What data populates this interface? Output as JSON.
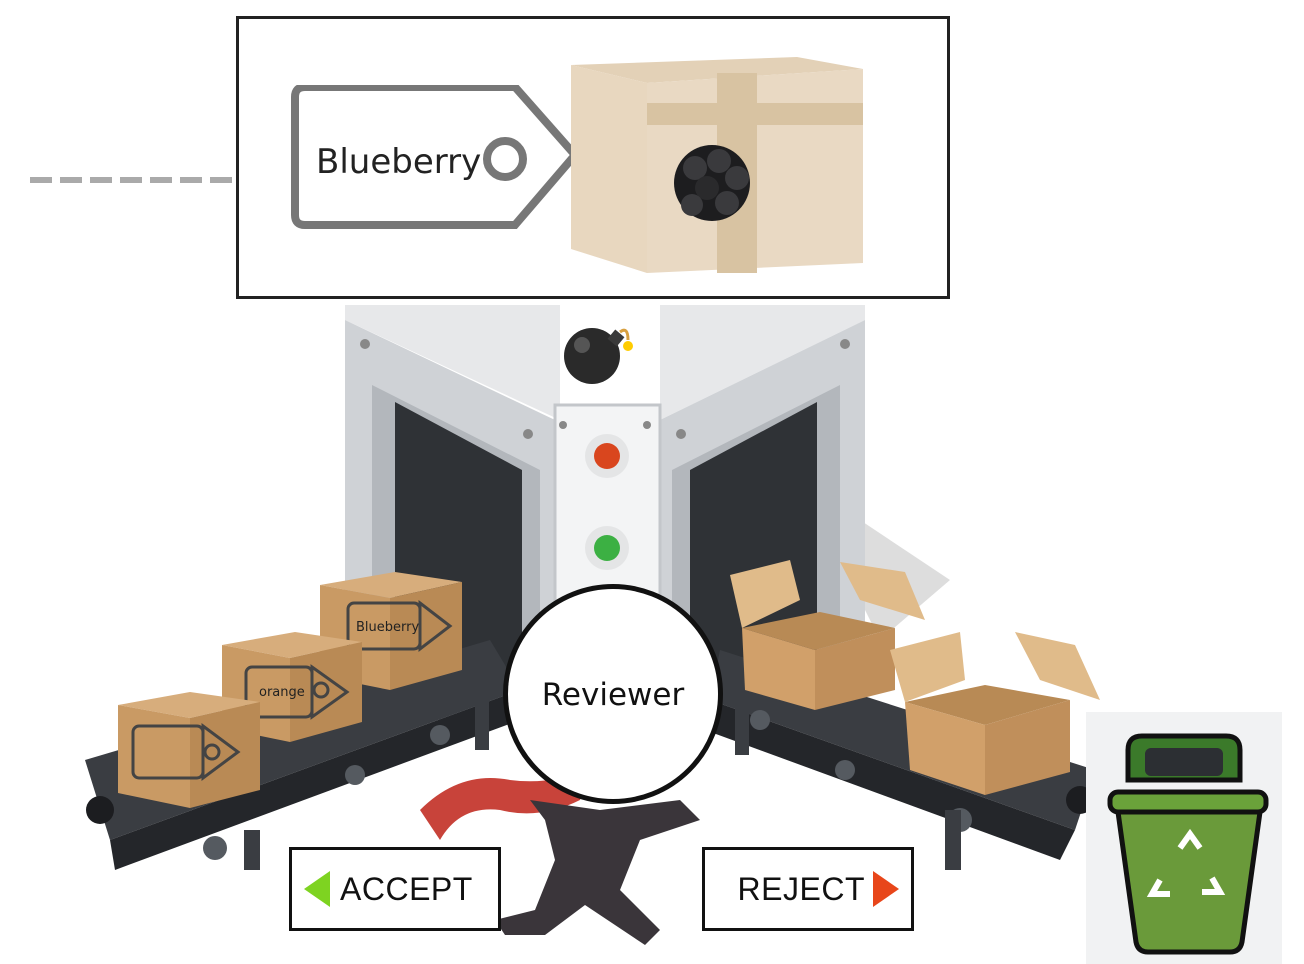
{
  "current_item": {
    "tag_label": "Blueberry"
  },
  "queue": {
    "box_tags": [
      "Blueberry",
      "orange",
      ""
    ]
  },
  "reviewer": {
    "label": "Reviewer"
  },
  "controls": {
    "accept_label": "ACCEPT",
    "reject_label": "REJECT"
  },
  "colors": {
    "accept_arrow": "#7ed321",
    "reject_arrow": "#e8461a",
    "bin_green": "#6a9a3a",
    "scarf_red": "#c8433a"
  },
  "icons": {
    "hazard": "bomb-icon",
    "disposal": "recycle-bin-icon",
    "fruit": "blackberry-icon"
  }
}
